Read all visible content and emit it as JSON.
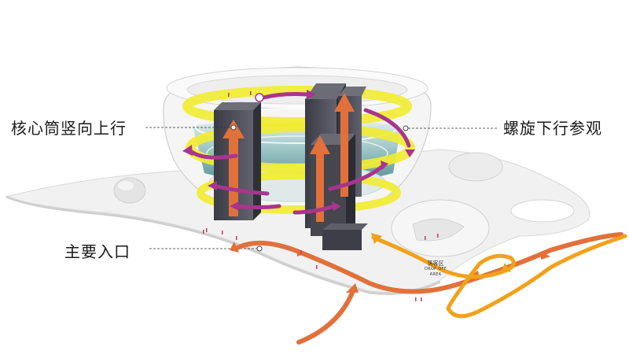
{
  "labels": {
    "core_tube": "核心筒竖向上行",
    "spiral_down": "螺旋下行参观",
    "main_entrance": "主要入口"
  },
  "drop_off": {
    "cn": "落客区",
    "en_line1": "DROP OFF",
    "en_line2": "AREA"
  },
  "colors": {
    "orange_path": "#e2703a",
    "yellow_ring": "#f2ec2f",
    "purple_arrow": "#a8358f",
    "tower_dark": "#4a4a55",
    "glass_teal": "#7fb7b6",
    "site_white": "#f1f1f1",
    "drop_off_ramp": "#f0a21a"
  }
}
